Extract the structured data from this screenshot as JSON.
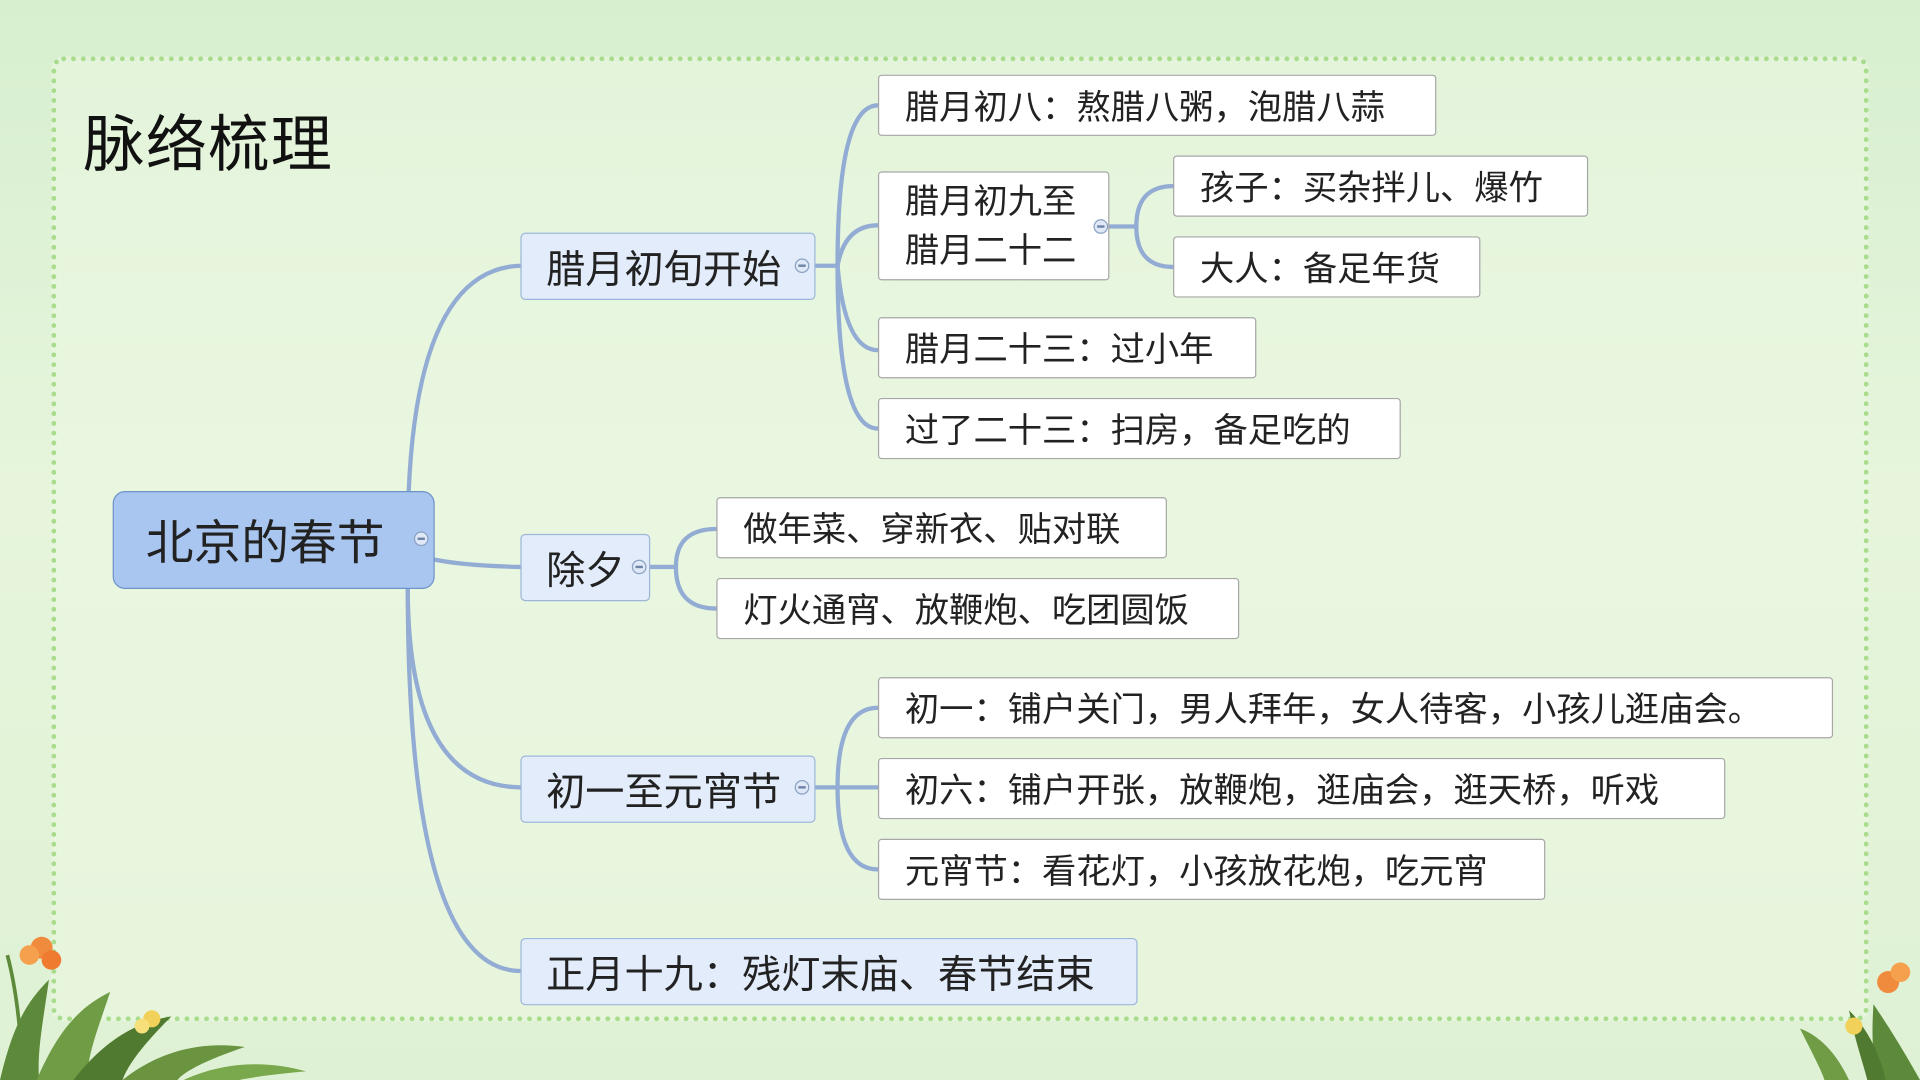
{
  "title": "脉络梳理",
  "root": "北京的春节",
  "branches": [
    {
      "label": "腊月初旬开始",
      "children": [
        {
          "label": "腊月初八：熬腊八粥，泡腊八蒜"
        },
        {
          "lines": [
            "腊月初九至",
            "腊月二十二"
          ],
          "children": [
            {
              "label": "孩子：买杂拌儿、爆竹"
            },
            {
              "label": "大人：备足年货"
            }
          ]
        },
        {
          "label": "腊月二十三：过小年"
        },
        {
          "label": "过了二十三：扫房，备足吃的"
        }
      ]
    },
    {
      "label": "除夕",
      "children": [
        {
          "label": "做年菜、穿新衣、贴对联"
        },
        {
          "label": "灯火通宵、放鞭炮、吃团圆饭"
        }
      ]
    },
    {
      "label": "初一至元宵节",
      "children": [
        {
          "label": "初一：铺户关门，男人拜年，女人待客，小孩儿逛庙会。"
        },
        {
          "label": "初六：铺户开张，放鞭炮，逛庙会，逛天桥，听戏"
        },
        {
          "label": "元宵节：看花灯，小孩放花炮，吃元宵"
        }
      ]
    },
    {
      "label": "正月十九：残灯末庙、春节结束"
    }
  ],
  "colors": {
    "background": "#dff1d4",
    "frame_border": "#a9dc8c",
    "connector": "#93acd4",
    "root_fill": "#a9c6f0",
    "branch_fill": "#e2ecfb",
    "leaf_fill": "#ffffff"
  },
  "icons": [
    "collapse-icon",
    "flower-decoration",
    "grass-decoration"
  ]
}
